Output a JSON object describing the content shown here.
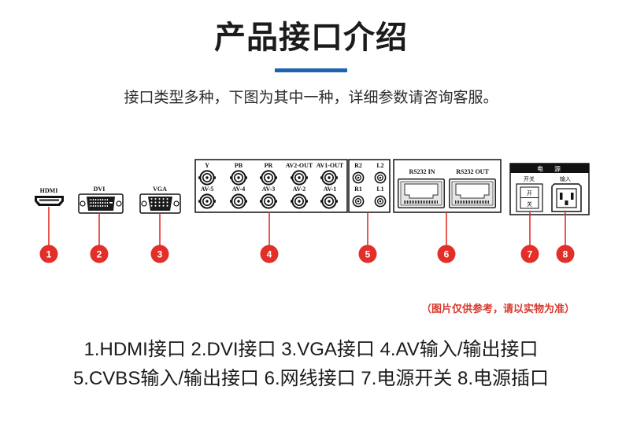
{
  "colors": {
    "accent": "#1f62ad",
    "marker": "#e22f2a",
    "note": "#d83a2e"
  },
  "header": {
    "title": "产品接口介绍",
    "subtitle": "接口类型多种，下图为其中一种，详细参数请咨询客服。"
  },
  "panel": {
    "hdmi": "HDMI",
    "dvi": "DVI",
    "vga": "VGA",
    "av_top": [
      "Y",
      "PB",
      "PR",
      "AV2-OUT",
      "AV1-OUT"
    ],
    "av_bottom": [
      "AV-5",
      "AV-4",
      "AV-3",
      "AV-2",
      "AV-1"
    ],
    "audio_top": [
      "R2",
      "L2"
    ],
    "audio_bottom": [
      "R1",
      "L1"
    ],
    "network": [
      "RS232 IN",
      "RS232 OUT"
    ],
    "power": {
      "header": "电源",
      "switch_label": "开关",
      "switch_on": "开",
      "switch_off": "关",
      "input_label": "输入"
    }
  },
  "callouts": [
    "1",
    "2",
    "3",
    "4",
    "5",
    "6",
    "7",
    "8"
  ],
  "note": "（图片仅供参考，请以实物为准）",
  "legend": [
    "1.HDMI接口 2.DVI接口 3.VGA接口 4.AV输入/输出接口",
    "5.CVBS输入/输出接口 6.网线接口 7.电源开关 8.电源插口"
  ]
}
